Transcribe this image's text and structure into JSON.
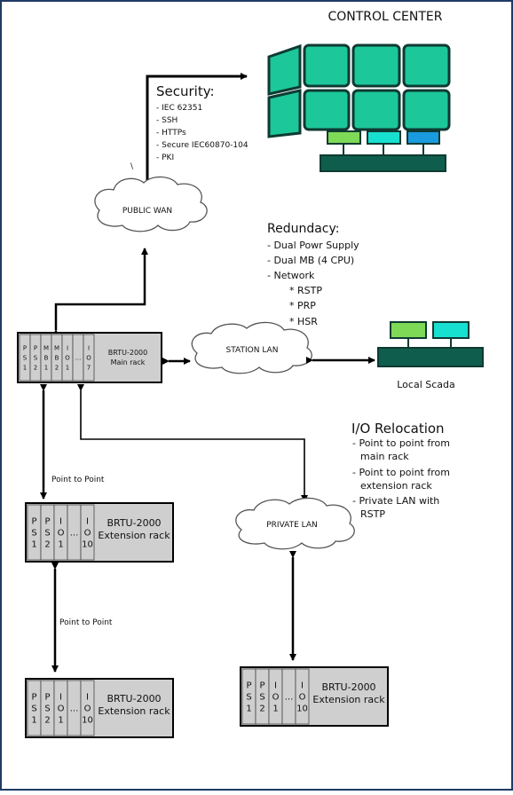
{
  "diagram": {
    "control_center": {
      "title": "CONTROL CENTER"
    },
    "security": {
      "title": "Security:",
      "items": [
        "- IEC 62351",
        "- SSH",
        "- HTTPs",
        "- Secure IEC60870-104",
        "- PKI"
      ],
      "stray_mark": "\\"
    },
    "clouds": {
      "public_wan": "PUBLIC WAN",
      "station_lan": "STATION LAN",
      "private_lan": "PRIVATE LAN"
    },
    "redundancy": {
      "title": "Redundacy:",
      "items": [
        "- Dual Powr Supply",
        "- Dual MB (4 CPU)",
        "- Network",
        "* RSTP",
        "* PRP",
        "* HSR"
      ]
    },
    "local_scada": "Local Scada",
    "main_rack": {
      "title_line1": "BRTU-2000",
      "title_line2": "Main rack",
      "slots": [
        [
          "P",
          "S",
          "1"
        ],
        [
          "P",
          "S",
          "2"
        ],
        [
          "M",
          "B",
          "1"
        ],
        [
          "M",
          "B",
          "2"
        ],
        [
          "I",
          "O",
          "1"
        ],
        [
          "..."
        ],
        [
          "I",
          "O",
          "7"
        ]
      ]
    },
    "io_relocation": {
      "title": "I/O Relocation",
      "items": [
        "- Point to point from",
        "main rack",
        "- Point to point from",
        "extension rack",
        "- Private LAN with",
        "RSTP"
      ]
    },
    "links": {
      "p2p_1": "Point to Point",
      "p2p_2": "Point to Point"
    },
    "ext_rack": {
      "title_line1": "BRTU-2000",
      "title_line2": "Extension rack",
      "slots": [
        [
          "P",
          "S",
          "1"
        ],
        [
          "P",
          "S",
          "2"
        ],
        [
          "I",
          "O",
          "1"
        ],
        [
          "..."
        ],
        [
          "I",
          "O",
          "10"
        ]
      ]
    },
    "colors": {
      "screen_fill": "#1cc79a",
      "screen_frame": "#0e3a32",
      "desk_fill": "#0f5e4d",
      "monitor_green": "#7ed957",
      "monitor_cyan": "#18e0d0",
      "monitor_blue": "#1a9be0",
      "rack_fill": "#cfcfcf",
      "border": "#1f3a64"
    }
  }
}
